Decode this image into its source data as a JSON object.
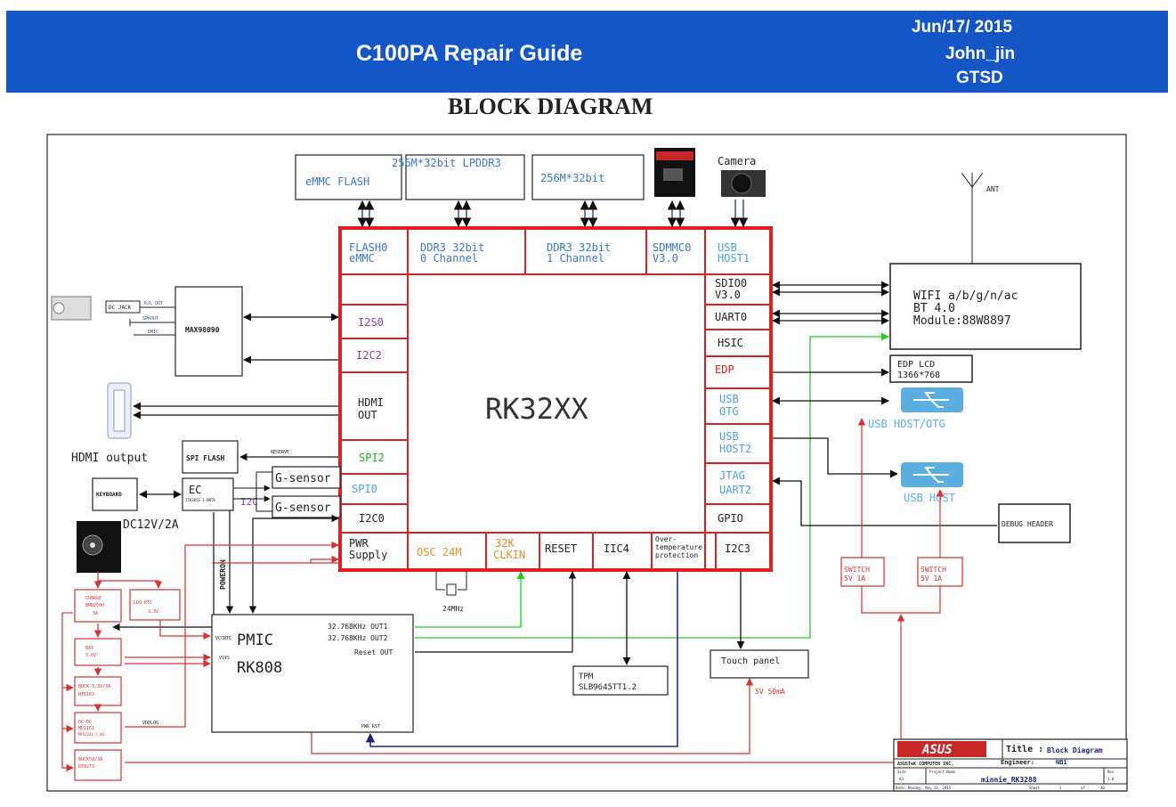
{
  "header": {
    "title": "C100PA Repair Guide",
    "date": "Jun/17/ 2015",
    "author": "John_jin",
    "dept": "GTSD"
  },
  "section_title": "BLOCK DIAGRAM",
  "colors": {
    "header_bg": "#1456c6",
    "soc_border": "#e02020",
    "red_line": "#d63333",
    "green_line": "#22cc22",
    "blue_text": "#3a78c9",
    "purple_text": "#8a3fb0"
  },
  "soc": {
    "name": "RK32XX",
    "top_ports": [
      "FLASH0",
      "eMMC",
      "DDR3 32bit",
      "0 Channel",
      "DDR3 32bit",
      "1 Channel",
      "SDMMC0",
      "V3.0",
      "USB",
      "HOST1"
    ],
    "left_ports": [
      "I2S0",
      "I2C2",
      "HDMI",
      "OUT",
      "SPI2",
      "SPI0",
      "I2C0",
      "PWR",
      "Supply"
    ],
    "right_ports": [
      "SDIO0",
      "V3.0",
      "UART0",
      "HSIC",
      "EDP",
      "USB",
      "OTG",
      "USB",
      "HOST2",
      "JTAG",
      "UART2",
      "GPIO"
    ],
    "bottom_ports": [
      "OSC 24M",
      "32K",
      "CLKIN",
      "RESET",
      "IIC4",
      "Over-",
      "temperature",
      "protection",
      "I2C3"
    ]
  },
  "top_blocks": [
    "eMMC FLASH",
    "256M*32bit LPDDR3",
    "256M*32bit",
    "Camera"
  ],
  "left_blocks": [
    "DC JACK",
    "R/L OUT",
    "SPKOUT",
    "DMIC",
    "MAX98090",
    "HDMI output",
    "SPI FLASH",
    "RESERVE",
    "G-sensor",
    "G-sensor",
    "I2C",
    "KEYBOARD",
    "EC",
    "IT8305E-1-RNT8",
    "DC12V/2A",
    "POWERON"
  ],
  "power_blocks": [
    "CHARGE",
    "BMD2500",
    "3A",
    "LDO RTC",
    "3.3V",
    "BAT",
    "3.8V",
    "BUCK 3.3V/3A",
    "RT8163",
    "DC-DC",
    "MP2161",
    "MPS2141_5_HU",
    "VDDLOG",
    "BUCK5V/3A",
    "RT8273"
  ],
  "pmic": {
    "name": "PMIC",
    "part": "RK808",
    "pins": [
      "32.768KHz OUT1",
      "32.768KHz OUT2",
      "Reset OUT",
      "VCCRTC",
      "VSYS",
      "PWR RST"
    ]
  },
  "right_blocks": [
    "ANT",
    "WIFI a/b/g/n/ac",
    "BT 4.0",
    "Module:88W8897",
    "EDP LCD",
    "1366*768",
    "USB HOST/OTG",
    "USB HOST",
    "DEBUG HEADER",
    "SWITCH",
    "5V 1A",
    "SWITCH",
    "5V 1A",
    "TPM",
    "SLB9645TT1.2",
    "Touch panel",
    "5V 50mA",
    "24MHz"
  ],
  "title_block": {
    "logo": "ASUS",
    "company": "ASUSTeK COMPUTER INC.",
    "title_label": "Title :",
    "title_value": "Block Diagram",
    "engineer_label": "Engineer:",
    "engineer_value": "NB1",
    "size_label": "Size",
    "size_value": "A3",
    "project_label": "Project Name",
    "project_value": "minnie_RK3288",
    "rev_label": "Rev",
    "rev_value": "1.0",
    "date_label": "Date:",
    "date_value": "Monday, May 11, 2015",
    "sheet_label": "Sheet",
    "sheet_value": "1",
    "of_label": "of",
    "of_value": "30"
  }
}
